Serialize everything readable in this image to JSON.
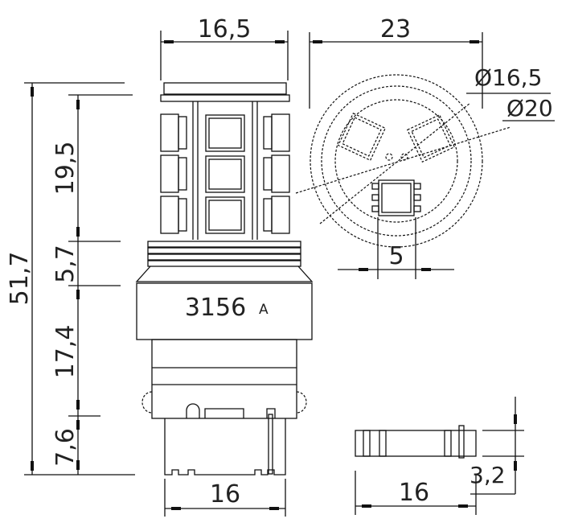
{
  "drawing": {
    "part_label": "3156",
    "part_suffix": "A",
    "dimensions": {
      "top_width": "16,5",
      "total_height": "51,7",
      "led_section_height": "19,5",
      "thread_height": "5,7",
      "base_height": "17,4",
      "terminal_height": "7,6",
      "base_width": "16",
      "outer_diameter": "23",
      "inner_diameter": "Ø16,5",
      "mid_diameter": "Ø20",
      "led_width": "5",
      "side_width": "16",
      "side_thickness": "3,2"
    },
    "line_color": "#111111",
    "background_color": "#ffffff"
  }
}
